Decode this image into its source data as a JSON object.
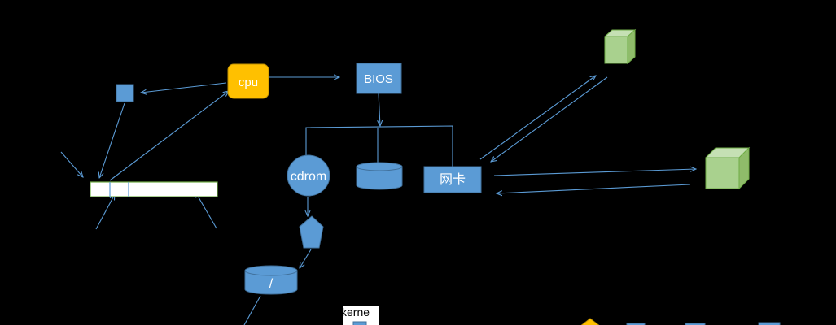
{
  "nodes": {
    "cpu": "cpu",
    "bios": "BIOS",
    "cdrom": "cdrom",
    "nic": "网卡",
    "root": "/",
    "kernel": "kerne"
  },
  "colors": {
    "background": "#000000",
    "blue_fill": "#5b9bd5",
    "blue_stroke": "#41719c",
    "cpu_fill": "#ffc000",
    "green_fill": "#a9d18e",
    "green_stroke": "#70ad47",
    "connector": "#5b9bd5"
  }
}
